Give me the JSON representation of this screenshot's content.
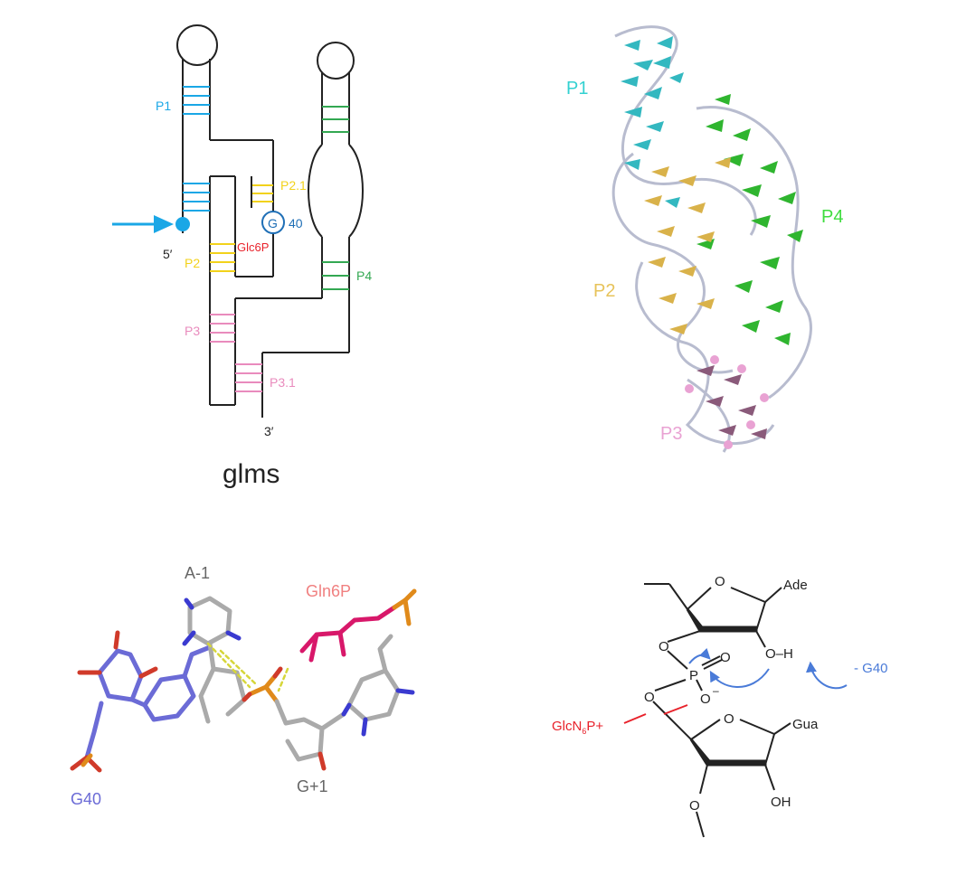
{
  "colors": {
    "p1": "#1aa7e6",
    "p2": "#f2d21b",
    "p3": "#e98bbd",
    "p4": "#33a852",
    "glc6p": "#e8222b",
    "g40": "#1f6fb6",
    "panel2_p1": "#33d1d1",
    "panel2_p2": "#e7c35a",
    "panel2_p3": "#e9a2d3",
    "panel2_p4": "#3fdc3f",
    "g40_stick": "#6b6bd6",
    "gln6p": "#f08080",
    "gray_label": "#666666",
    "scheme_red": "#e8222b",
    "scheme_blue": "#4a7bd8",
    "black": "#222222"
  },
  "secondary_structure": {
    "title": "glms",
    "p1": "P1",
    "p2": "P2",
    "p2_1": "P2.1",
    "p3": "P3",
    "p3_1": "P3.1",
    "p4": "P4",
    "glc6p": "Glc6P",
    "g_circle": "G",
    "g_number": "40",
    "five_prime": "5′",
    "three_prime": "3′"
  },
  "tertiary_structure": {
    "p1": "P1",
    "p2": "P2",
    "p3": "P3",
    "p4": "P4"
  },
  "active_site": {
    "a_minus_1": "A-1",
    "gln6p": "Gln6P",
    "g40": "G40",
    "g_plus_1": "G+1"
  },
  "mechanism": {
    "ade": "Ade",
    "gua": "Gua",
    "oh_h": "O–H",
    "minus_g40": "- G40",
    "glcn_main": "GlcN",
    "glcn_sub": "6",
    "glcn_tail": "P+",
    "p": "P",
    "o1": "O",
    "o2": "O",
    "o3": "O",
    "o4": "O",
    "o5": "O",
    "o6": "O",
    "o7": "O",
    "o_minus": "–",
    "oh": "OH"
  }
}
